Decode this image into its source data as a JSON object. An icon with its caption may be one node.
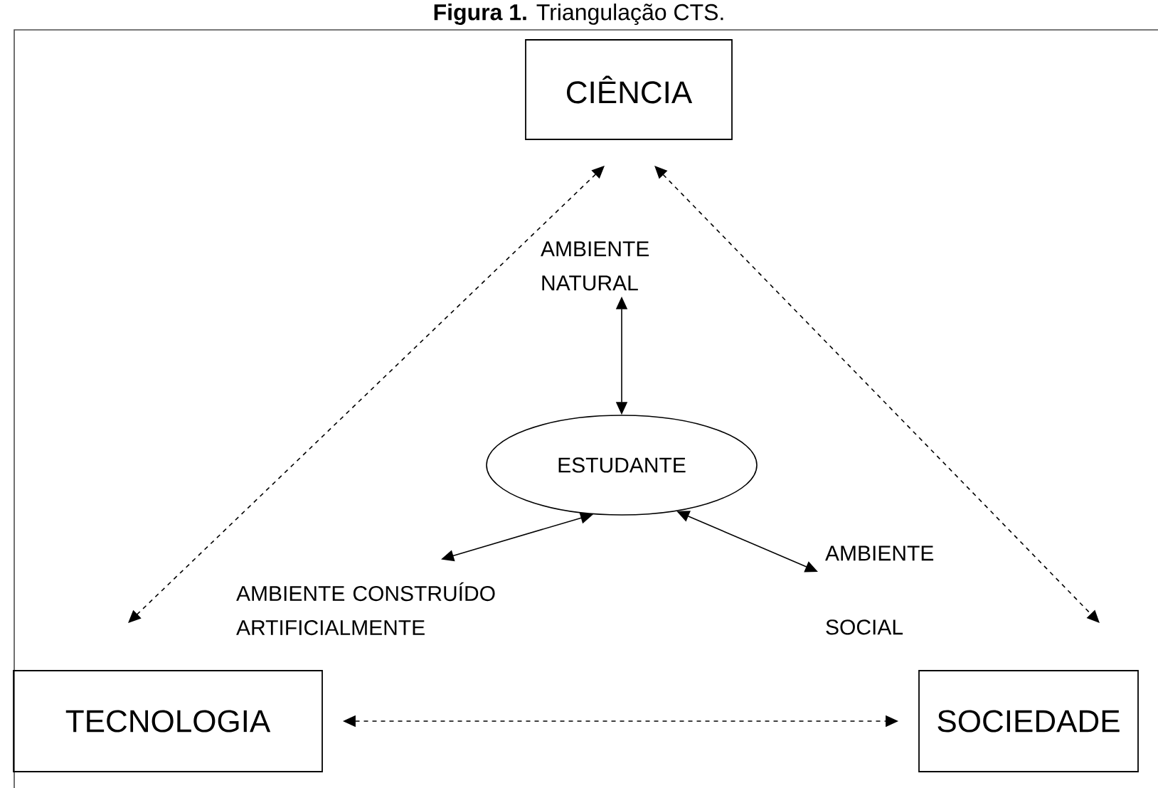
{
  "diagram": {
    "title": "**Figura 1.** Triangulação CTS.",
    "nodes": [
      {
        "text": [
          "CIÊNCIA"
        ]
      },
      {
        "text": [
          "AMBIENTE NATURAL"
        ]
      },
      {
        "text": [
          "ESTUDANTE"
        ]
      },
      {
        "text": [
          "AMBIENTE CONSTRUÍDO ARTIFICIALMENTE"
        ]
      },
      {
        "text": [
          "AMBIENTE SOCIAL"
        ]
      },
      {
        "text": [
          "TECNOLOGIA"
        ]
      },
      {
        "text": [
          "SOCIEDADE"
        ]
      }
    ],
    "edges": [
      {
        "from": 0,
        "to": 5,
        "arrow": "both",
        "style": "dashed"
      },
      {
        "from": 0,
        "to": 6,
        "arrow": "both",
        "style": "dashed"
      },
      {
        "from": 5,
        "to": 6,
        "arrow": "both",
        "style": "dashed"
      },
      {
        "from": 1,
        "to": 2,
        "arrow": "both"
      },
      {
        "from": 2,
        "to": 3,
        "arrow": "both"
      },
      {
        "from": 2,
        "to": 4,
        "arrow": "both"
      }
    ]
  }
}
